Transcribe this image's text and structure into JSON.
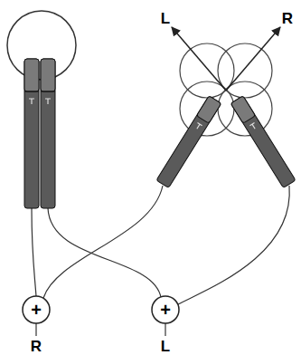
{
  "diagram": {
    "nodes": [
      {
        "text": [
          "+"
        ]
      },
      {
        "text": [
          "+"
        ]
      }
    ],
    "labels": [
      "L",
      "R",
      "R",
      "L"
    ]
  }
}
